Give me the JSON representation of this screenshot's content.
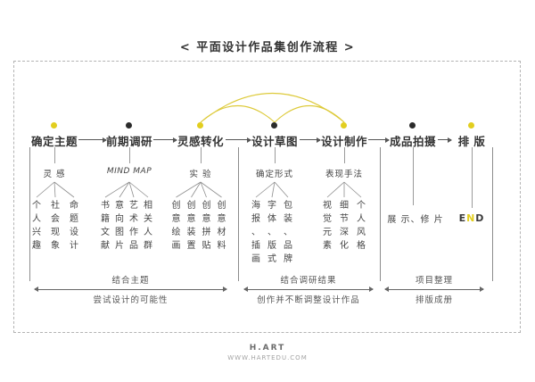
{
  "title": "< 平面设计作品集创作流程 >",
  "flow": {
    "nodes": [
      {
        "label": "确定主题",
        "dot_color": "yellow",
        "sublabel": "灵 感",
        "items": [
          "个人兴趣",
          "社会现象",
          "命题设计"
        ]
      },
      {
        "label": "前期调研",
        "dot_color": "black",
        "sublabel": "MIND MAP",
        "items": [
          "书籍文献",
          "意向图片",
          "艺术作品",
          "相关人群"
        ]
      },
      {
        "label": "灵感转化",
        "dot_color": "yellow",
        "sublabel": "实 验",
        "items": [
          "创意绘画",
          "创意装置",
          "创意拼贴",
          "创意材料"
        ]
      },
      {
        "label": "设计草图",
        "dot_color": "black",
        "sublabel": "确定形式",
        "items": [
          "海报、插画",
          "字体、版式",
          "包装、品牌"
        ]
      },
      {
        "label": "设计制作",
        "dot_color": "yellow",
        "sublabel": "表现手法",
        "items": [
          "视觉元素",
          "细节深化",
          "个人风格"
        ]
      },
      {
        "label": "成品拍摄",
        "dot_color": "black",
        "note": "展 示、修 片"
      },
      {
        "label": "排 版",
        "dot_color": "yellow",
        "note": "END",
        "end_highlight_index": 1
      }
    ],
    "feedback_arcs": [
      {
        "from": "灵感转化",
        "to": "设计草图"
      },
      {
        "from": "灵感转化",
        "to": "设计制作"
      },
      {
        "from": "设计草图",
        "to": "设计制作"
      }
    ]
  },
  "phases": [
    {
      "top": "结合主题",
      "bottom": "尝试设计的可能性"
    },
    {
      "top": "结合调研结果",
      "bottom": "创作并不断调整设计作品"
    },
    {
      "top": "项目整理",
      "bottom": "排版成册"
    }
  ],
  "footer": {
    "brand": "H.ART",
    "site": "WWW.HARTEDU.COM"
  },
  "colors": {
    "accent_yellow": "#e2ce1f",
    "arc_yellow": "#ddca3a",
    "dot_black": "#2b2b2b",
    "line_gray": "#9a9a9a",
    "text_dark": "#333333"
  }
}
